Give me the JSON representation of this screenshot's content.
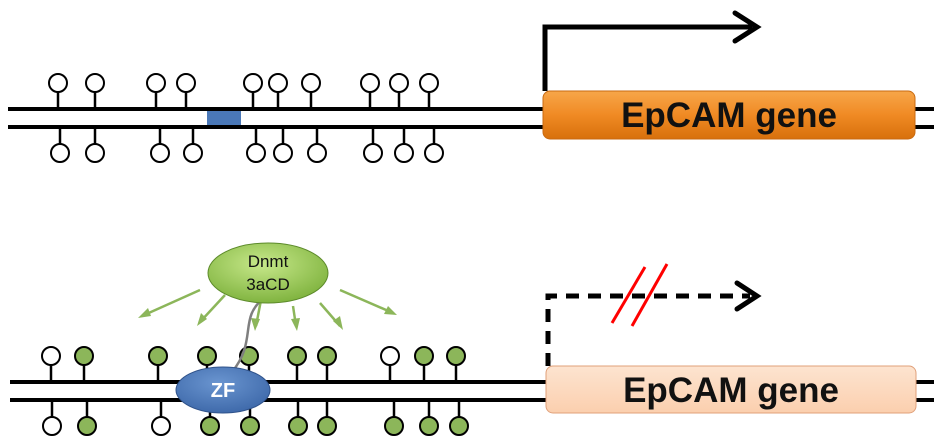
{
  "panel_top": {
    "gene_label": "EpCAM gene",
    "promoter_state": "active",
    "cpg_methylated": [
      false,
      false,
      false,
      false,
      false,
      false,
      false,
      false,
      false,
      false,
      false,
      false,
      false,
      false,
      false,
      false,
      false,
      false,
      false,
      false,
      false,
      false
    ],
    "colors": {
      "gene_fill": "#f08a24",
      "target_site": "#4a78b8",
      "dna_strand": "#000000"
    }
  },
  "panel_bottom": {
    "gene_label": "EpCAM gene",
    "promoter_state": "repressed",
    "dnmt_label_line1": "Dnmt",
    "dnmt_label_line2": "3aCD",
    "zf_label": "ZF",
    "cpg_methylated": [
      false,
      true,
      true,
      true,
      true,
      true,
      true,
      false,
      true,
      true,
      false,
      true,
      false,
      true,
      true,
      true,
      true,
      true,
      true,
      true,
      true,
      true
    ],
    "colors": {
      "gene_fill": "#fcd7bc",
      "dnmt_fill": "#8cc63f",
      "zf_fill": "#4a78b8",
      "methyl_fill": "#8cb65a",
      "arrow_green": "#8cb65a",
      "block_mark": "#ff0000"
    }
  }
}
